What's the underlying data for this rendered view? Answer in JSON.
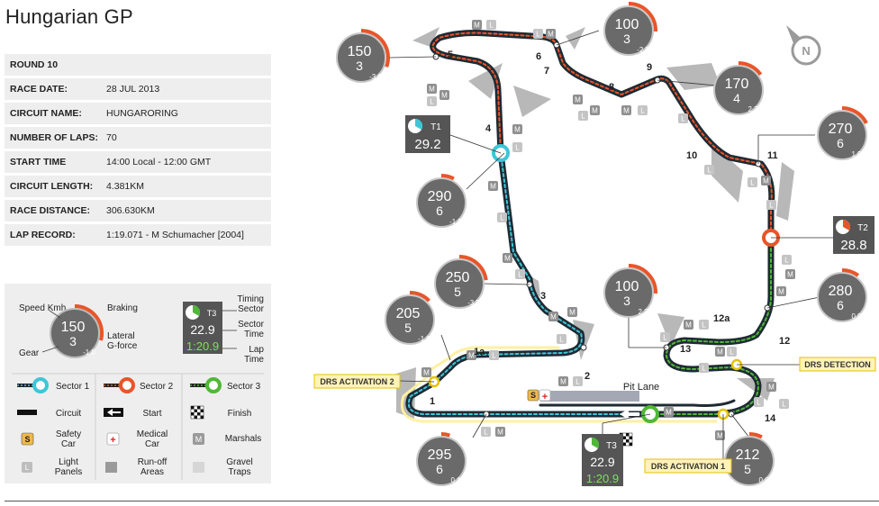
{
  "title": "Hungarian GP",
  "info": [
    {
      "label": "ROUND 10",
      "value": ""
    },
    {
      "label": "RACE DATE:",
      "value": "28 JUL 2013"
    },
    {
      "label": "CIRCUIT NAME:",
      "value": "HUNGARORING"
    },
    {
      "label": "NUMBER OF LAPS:",
      "value": "70"
    },
    {
      "label": "START TIME",
      "value": "14:00 Local - 12:00 GMT"
    },
    {
      "label": "CIRCUIT LENGTH:",
      "value": "4.381KM"
    },
    {
      "label": "RACE DISTANCE:",
      "value": "306.630KM"
    },
    {
      "label": "LAP RECORD:",
      "value": "1:19.071 - M Schumacher [2004]"
    }
  ],
  "legend": {
    "speed": "Speed Kmh",
    "braking": "Braking",
    "lateral": "Lateral G-force",
    "gear": "Gear",
    "gauge_speed": "150",
    "gauge_gear": "3",
    "gauge_g": "-1.0",
    "timing_sector": "Timing Sector",
    "sector_time": "Sector Time",
    "lap_time": "Lap Time",
    "timing_tag": "T3",
    "timing_sector_time": "22.9",
    "timing_lap_time": "1:20.9",
    "sector1": "Sector 1",
    "sector2": "Sector 2",
    "sector3": "Sector 3",
    "circuit": "Circuit",
    "start": "Start",
    "finish": "Finish",
    "safety_car": "Safety Car",
    "medical_car": "Medical Car",
    "marshals": "Marshals",
    "light_panels": "Light Panels",
    "runoff": "Run-off Areas",
    "gravel": "Gravel Traps",
    "sc_letter": "S",
    "med_symbol": "+",
    "m_letter": "M",
    "l_letter": "L"
  },
  "gauges": [
    {
      "speed": "150",
      "gear": "3",
      "g": "-3.0"
    },
    {
      "speed": "100",
      "gear": "3",
      "g": "-2.2"
    },
    {
      "speed": "170",
      "gear": "4",
      "g": "2.7"
    },
    {
      "speed": "270",
      "gear": "6",
      "g": "1.5"
    },
    {
      "speed": "290",
      "gear": "6",
      "g": "-1.0"
    },
    {
      "speed": "250",
      "gear": "5",
      "g": "-3.5"
    },
    {
      "speed": "205",
      "gear": "5",
      "g": "-1.2"
    },
    {
      "speed": "100",
      "gear": "3",
      "g": "2.2"
    },
    {
      "speed": "280",
      "gear": "6",
      "g": "0.5"
    },
    {
      "speed": "295",
      "gear": "6",
      "g": "0.1"
    },
    {
      "speed": "212",
      "gear": "5",
      "g": "0.0"
    }
  ],
  "timing": [
    {
      "tag": "T1",
      "time": "29.2",
      "lap": ""
    },
    {
      "tag": "T2",
      "time": "28.8",
      "lap": ""
    },
    {
      "tag": "T3",
      "time": "22.9",
      "lap": "1:20.9"
    }
  ],
  "turns": [
    "1",
    "1a",
    "2",
    "3",
    "4",
    "5",
    "6",
    "7",
    "8",
    "9",
    "10",
    "11",
    "12",
    "12a",
    "13",
    "14"
  ],
  "labels": {
    "drs2": "DRS ACTIVATION 2",
    "drs_detection": "DRS DETECTION",
    "drs1": "DRS ACTIVATION 1",
    "pit_lane": "Pit Lane",
    "compass": "N"
  },
  "colors": {
    "sector1": "#3ec6d8",
    "sector2": "#e8552a",
    "sector3": "#4fb837",
    "drs": "#fff0a0",
    "drs_text": "#d6b000",
    "gauge_bg": "#5a5a5a",
    "runoff": "#b8b8b8"
  }
}
